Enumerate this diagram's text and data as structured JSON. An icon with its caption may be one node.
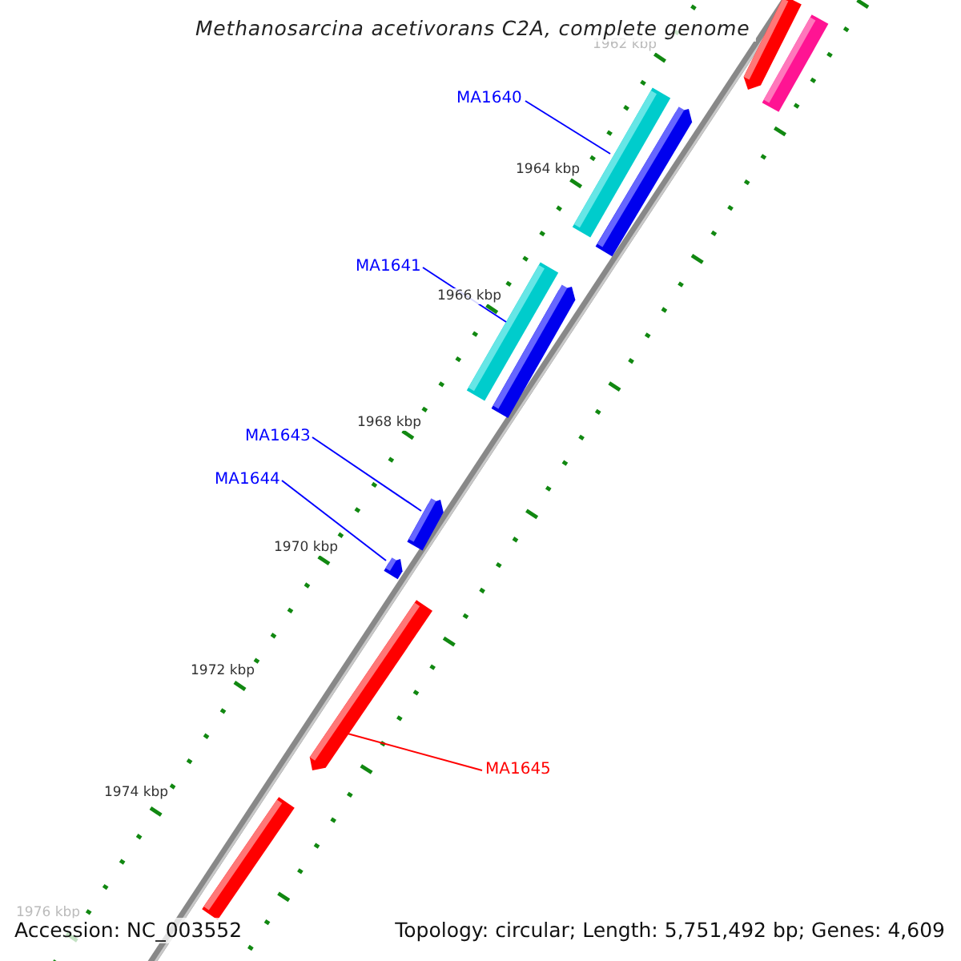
{
  "diagram": {
    "title": "Methanosarcina acetivorans C2A, complete genome",
    "nodes": [
      {
        "text": [
          "MA1640"
        ]
      },
      {
        "text": [
          "MA1641"
        ]
      },
      {
        "text": [
          "MA1643"
        ]
      },
      {
        "text": [
          "MA1644"
        ]
      },
      {
        "text": [
          "MA1645"
        ]
      },
      {
        "text": [],
        "shape": "bar"
      },
      {
        "text": [],
        "shape": "bar"
      },
      {
        "text": [],
        "shape": "bar"
      },
      {
        "text": [],
        "shape": "bar"
      },
      {
        "text": [],
        "shape": "bar"
      },
      {
        "text": [],
        "shape": "bar"
      },
      {
        "text": [],
        "shape": "bar"
      },
      {
        "text": [],
        "shape": "bar"
      },
      {
        "text": [],
        "shape": "bar"
      },
      {
        "text": [],
        "shape": "bar"
      }
    ],
    "edges": [
      {
        "from": 0,
        "to": 7,
        "arrow": "none"
      },
      {
        "from": 1,
        "to": 9,
        "arrow": "none"
      },
      {
        "from": 2,
        "to": 11,
        "arrow": "none"
      },
      {
        "from": 3,
        "to": 12,
        "arrow": "none"
      },
      {
        "from": 4,
        "to": 13,
        "arrow": "none",
        "color": "#ff0000"
      }
    ],
    "labels": [
      "1962 kbp",
      "1964 kbp",
      "1966 kbp",
      "1968 kbp",
      "1970 kbp",
      "1972 kbp",
      "1974 kbp",
      "1976 kbp",
      "Accession: NC_003552",
      "Topology: circular; Length: 5,751,492 bp; Genes: 4,609"
    ]
  }
}
